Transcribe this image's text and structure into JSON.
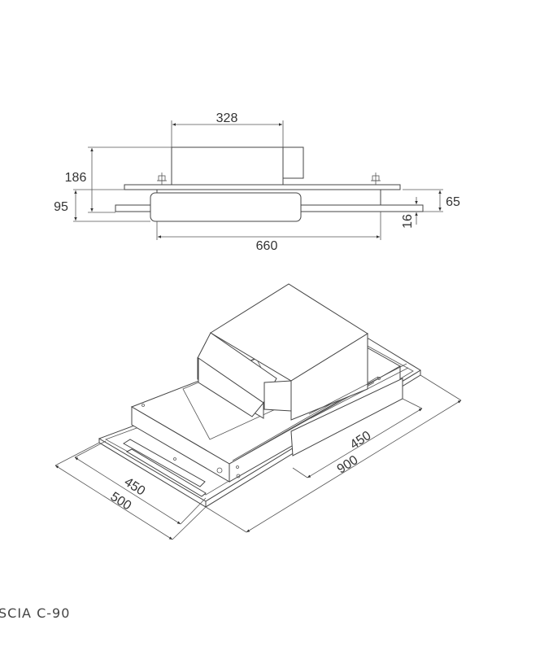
{
  "side_view": {
    "dimensions": {
      "duct_width": "328",
      "total_height": "186",
      "body_height": "95",
      "flange_to_top": "65",
      "flange_thickness": "16",
      "body_width": "660"
    }
  },
  "iso_view": {
    "dimensions": {
      "depth_inner": "450",
      "depth_outer": "500",
      "width_outer": "900",
      "width_inner": "450"
    }
  },
  "model_label": "SCIA C-90"
}
